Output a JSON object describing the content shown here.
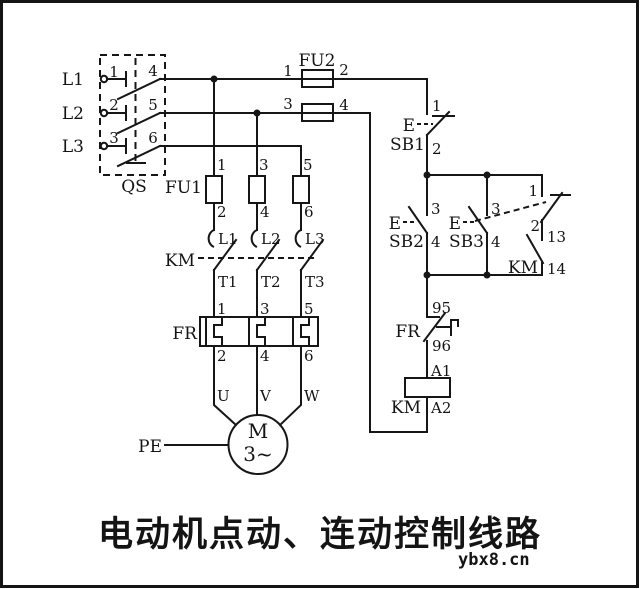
{
  "title": {
    "text": "电动机点动、连动控制线路"
  },
  "watermark": {
    "text": "ybx8.cn"
  },
  "colors": {
    "ink": "#161616",
    "paper": "#ffffff"
  },
  "components": {
    "supply": {
      "l1": "L1",
      "l2": "L2",
      "l3": "L3"
    },
    "qs": {
      "label": "QS",
      "in": [
        "1",
        "2",
        "3"
      ],
      "out": [
        "4",
        "5",
        "6"
      ]
    },
    "fu2": {
      "label": "FU2",
      "terminals": [
        "1",
        "2",
        "3",
        "4"
      ]
    },
    "fu1": {
      "label": "FU1",
      "top": [
        "1",
        "3",
        "5"
      ],
      "bottom": [
        "2",
        "4",
        "6"
      ]
    },
    "km_main": {
      "label": "KM",
      "upper": [
        "L1",
        "L2",
        "L3"
      ],
      "lower": [
        "T1",
        "T2",
        "T3"
      ]
    },
    "fr_heater": {
      "label": "FR",
      "top": [
        "1",
        "3",
        "5"
      ],
      "bottom": [
        "2",
        "4",
        "6"
      ]
    },
    "motor": {
      "label": "M",
      "phase": "3~",
      "terminals": [
        "U",
        "V",
        "W"
      ],
      "pe": "PE"
    },
    "sb1": {
      "label": "SB1",
      "e": "E",
      "terminals": [
        "1",
        "2"
      ]
    },
    "sb2": {
      "label": "SB2",
      "e": "E",
      "terminals": [
        "3",
        "4"
      ]
    },
    "sb3": {
      "label": "SB3",
      "e": "E",
      "no_terminals": [
        "3",
        "4"
      ],
      "nc_terminals": [
        "1",
        "2"
      ]
    },
    "km_aux": {
      "label": "KM",
      "terminals": [
        "13",
        "14"
      ]
    },
    "fr_contact": {
      "label": "FR",
      "terminals": [
        "95",
        "96"
      ]
    },
    "km_coil": {
      "label": "KM",
      "terminals": [
        "A1",
        "A2"
      ]
    }
  }
}
